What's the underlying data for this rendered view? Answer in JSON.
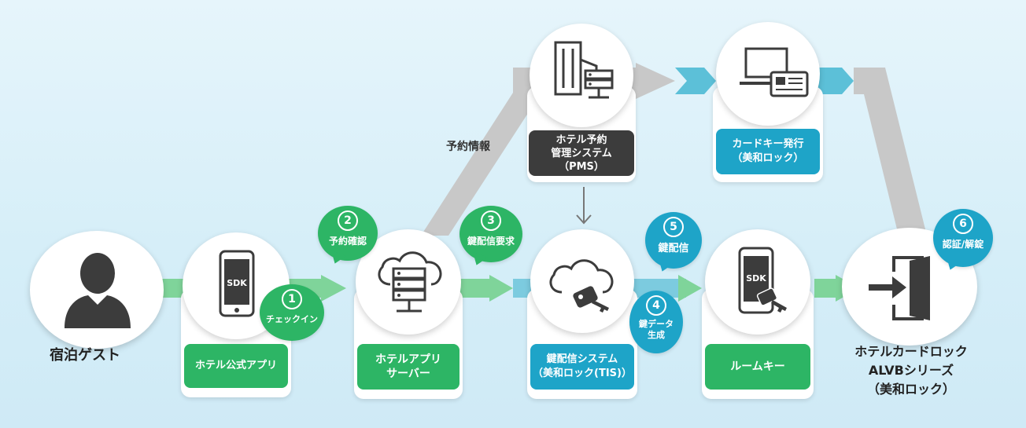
{
  "colors": {
    "green": "#2db565",
    "blue": "#1ea4c8",
    "dark": "#3c3c3c",
    "gray_band": "#c8c8c8"
  },
  "labels": {
    "guest": "宿泊ゲスト",
    "official_app": "ホテル公式アプリ",
    "app_server": "ホテルアプリ\nサーバー",
    "pms": "ホテル予約\n管理システム\n（PMS）",
    "card_issue": "カードキー発行\n（美和ロック）",
    "key_system": "鍵配信システム\n（美和ロック(TIS)）",
    "room_key": "ルームキー",
    "lock": "ホテルカードロック\nALVBシリーズ\n（美和ロック）",
    "reservation_info": "予約情報"
  },
  "badges": [
    {
      "num": "1",
      "text": "チェックイン"
    },
    {
      "num": "2",
      "text": "予約確認"
    },
    {
      "num": "3",
      "text": "鍵配信要求"
    },
    {
      "num": "4",
      "text": "鍵データ\n生成"
    },
    {
      "num": "5",
      "text": "鍵配信"
    },
    {
      "num": "6",
      "text": "認証/解錠"
    }
  ],
  "icon_text": {
    "sdk": "SDK"
  }
}
